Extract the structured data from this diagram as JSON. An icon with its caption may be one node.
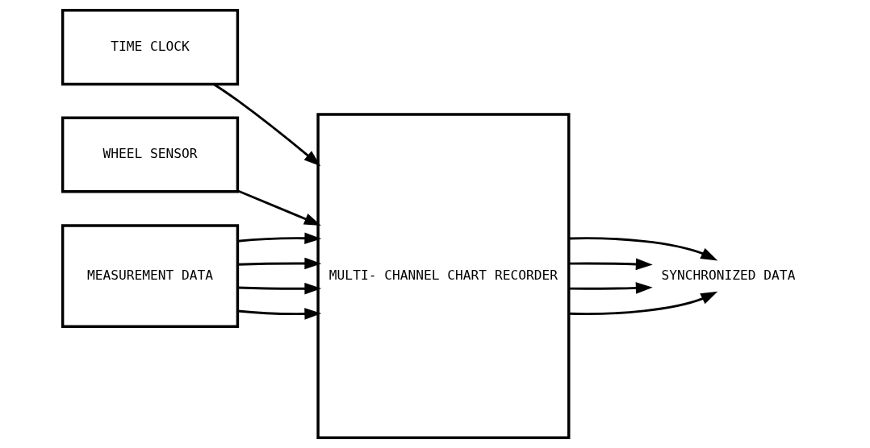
{
  "diagram": {
    "nodes": [
      {
        "text": [
          "TIME CLOCK"
        ]
      },
      {
        "text": [
          "WHEEL SENSOR"
        ]
      },
      {
        "text": [
          "MEASUREMENT DATA"
        ]
      },
      {
        "text": [
          "MULTI- CHANNEL CHART RECORDER"
        ]
      },
      {
        "text": [
          "SYNCHRONIZED DATA"
        ]
      }
    ],
    "edges": [
      {
        "from": 0,
        "to": 3,
        "arrow": "to"
      },
      {
        "from": 1,
        "to": 3,
        "arrow": "to"
      },
      {
        "from": 2,
        "to": 3,
        "arrow": "to"
      },
      {
        "from": 2,
        "to": 3,
        "arrow": "to"
      },
      {
        "from": 2,
        "to": 3,
        "arrow": "to"
      },
      {
        "from": 2,
        "to": 3,
        "arrow": "to"
      },
      {
        "from": 3,
        "to": 4,
        "arrow": "to"
      },
      {
        "from": 3,
        "to": 4,
        "arrow": "to"
      },
      {
        "from": 3,
        "to": 4,
        "arrow": "to"
      },
      {
        "from": 3,
        "to": 4,
        "arrow": "to"
      }
    ]
  }
}
